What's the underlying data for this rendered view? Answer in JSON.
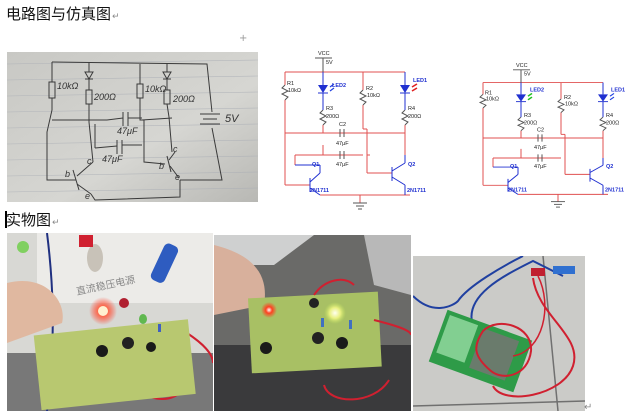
{
  "document": {
    "section1_heading": "电路图与仿真图",
    "section2_heading": "实物图",
    "paragraph_mark": "↵",
    "anchor_mark": "+"
  },
  "hand_drawn_schematic": {
    "labels": {
      "r_base_left": "10kΩ",
      "r_led_left": "200Ω",
      "r_base_right": "10kΩ",
      "r_led_right": "200Ω",
      "cap_top": "47μF",
      "cap_bottom": "47μF",
      "battery": "5V",
      "q1_b": "b",
      "q1_c": "c",
      "q1_e": "e",
      "q2_b": "b",
      "q2_c": "c",
      "q2_e": "e"
    }
  },
  "simulations": [
    {
      "vcc": "VCC",
      "vcc_value": "5V",
      "r1": "R1",
      "r1_value": "10kΩ",
      "r2": "R2",
      "r2_value": "10kΩ",
      "r3": "R3",
      "r3_value": "200Ω",
      "r4": "R4",
      "r4_value": "200Ω",
      "led2": "LED2",
      "led1": "LED1",
      "c2": "C2",
      "c_top_value": "47μF",
      "c_bottom_value": "47μF",
      "q1": "Q1",
      "q2": "Q2",
      "q1_model": "2N1711",
      "q2_model": "2N1711",
      "led2_state_color": "#2040e0",
      "led1_state_color": "#e02020"
    },
    {
      "vcc": "VCC",
      "vcc_value": "5V",
      "r1": "R1",
      "r1_value": "10kΩ",
      "r2": "R2",
      "r2_value": "10kΩ",
      "r3": "R3",
      "r3_value": "200Ω",
      "r4": "R4",
      "r4_value": "200Ω",
      "led2": "LED2",
      "led1": "LED1",
      "c2": "C2",
      "c_top_value": "47μF",
      "c_bottom_value": "47μF",
      "q1": "Q1",
      "q2": "Q2",
      "q1_model": "2N1711",
      "q2_model": "2N1711",
      "led2_state_color": "#20c020",
      "led1_state_color": "#2040e0"
    }
  ],
  "photos": [
    {
      "caption_text": "直流稳压电源"
    },
    {},
    {}
  ],
  "colors": {
    "wire_red": "#e04040",
    "component_blue": "#2030d0",
    "pcb_green": "#a8c060"
  }
}
